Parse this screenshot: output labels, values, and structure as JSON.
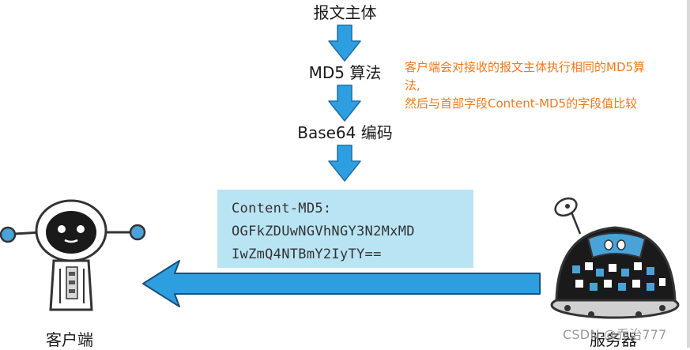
{
  "steps": {
    "body": "报文主体",
    "md5": "MD5 算法",
    "base64": "Base64 编码"
  },
  "note": {
    "line1": "客户端会对接收的报文主体执行相同的MD5算",
    "line2": "法,",
    "line3": "然后与首部字段Content-MD5的字段值比较"
  },
  "header_box": {
    "line1": "Content-MD5:",
    "line2": "OGFkZDUwNGVhNGY3N2MxMD",
    "line3": "IwZmQ4NTBmY2IyTY=="
  },
  "labels": {
    "client": "客户端",
    "server": "服务器"
  },
  "watermark": "CSDN @乔治777",
  "colors": {
    "arrow_blue": "#2d9fe0",
    "box_blue": "#b9e4f3",
    "note_orange": "#f07a1a"
  }
}
